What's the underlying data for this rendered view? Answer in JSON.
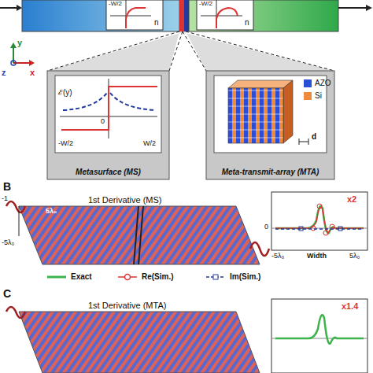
{
  "diagram": {
    "nodes": [
      {
        "text": [
          "Metasurface (MS)"
        ]
      },
      {
        "text": [
          "Meta-transmit-array (MTA)"
        ]
      }
    ],
    "labels": [
      "n",
      "-W/2",
      "n",
      "-W/2",
      "y",
      "z",
      "x",
      "ℰ(y)",
      "0",
      "-W/2",
      "W/2",
      "d",
      "B",
      "1st Derivative (MS)",
      "5λ₀",
      "-5λ₀",
      "-1",
      "x2",
      "0",
      "-5λ₀",
      "Width",
      "5λ₀",
      "C",
      "1st Derivative (MTA)",
      "x1.4"
    ],
    "legend": [
      {
        "text": "AZO",
        "color": "#2a4fd6"
      },
      {
        "text": "Si",
        "color": "#f08a3c"
      },
      {
        "text": "Exact"
      },
      {
        "text": "Re(Sim.)"
      },
      {
        "text": "Im(Sim.)"
      }
    ]
  }
}
